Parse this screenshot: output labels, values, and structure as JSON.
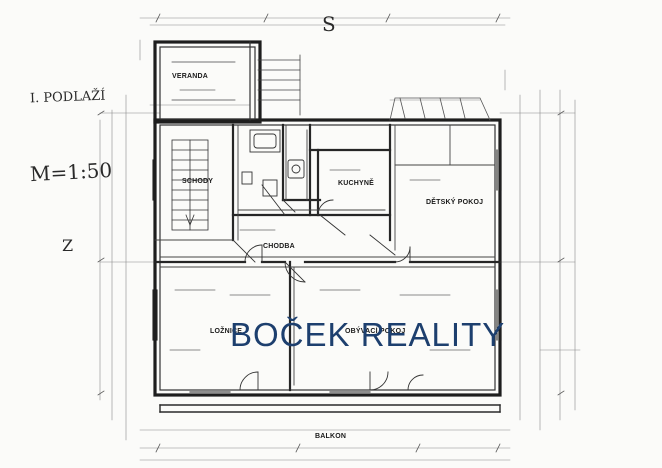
{
  "plan": {
    "floor_label": "I. PODLAŽÍ",
    "scale": "M=1:50",
    "rooms": {
      "veranda": "VERANDA",
      "schody": "SCHODY",
      "kuchyne": "KUCHYNĚ",
      "detsky_pokoj": "DĚTSKÝ POKOJ",
      "chodba": "CHODBA",
      "loznice": "LOŽNICE",
      "obyvaci_pokoj": "OBÝVACÍ POKOJ",
      "balkon": "BALKON"
    },
    "marks": {
      "top_s": "S",
      "left_z": "Z"
    }
  },
  "watermark": {
    "text": "BOČEK REALITY",
    "color": "#1d3f6e"
  }
}
